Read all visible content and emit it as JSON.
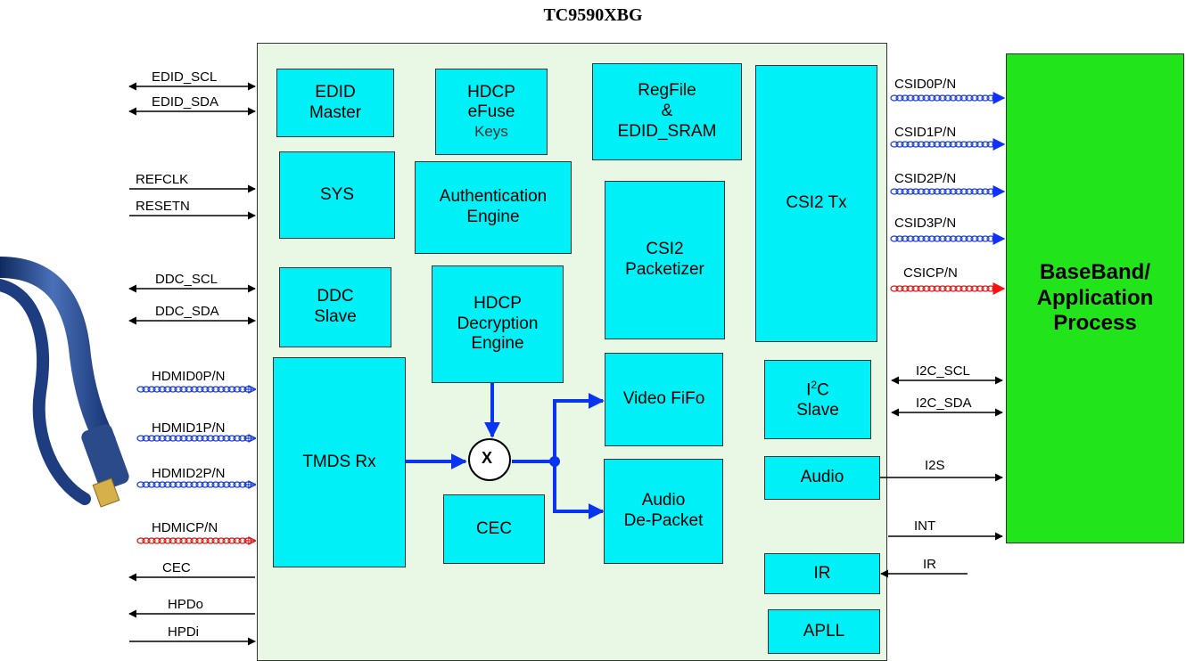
{
  "title": "TC9590XBG",
  "baseband": {
    "label": "BaseBand/\nApplication\nProcess"
  },
  "blocks": {
    "edid_master": "EDID\nMaster",
    "hdcp_efuse": "HDCP\neFuse",
    "hdcp_keys": "Keys",
    "regfile": "RegFile\n&\nEDID_SRAM",
    "csi2_tx": "CSI2 Tx",
    "sys": "SYS",
    "auth_engine": "Authentication\nEngine",
    "csi2_packetizer": "CSI2\nPacketizer",
    "ddc_slave": "DDC\nSlave",
    "hdcp_decryption": "HDCP\nDecryption\nEngine",
    "tmds_rx": "TMDS Rx",
    "video_fifo": "Video FiFo",
    "i2c_slave_i": "I",
    "i2c_slave_sup": "2",
    "i2c_slave_rest": "C\nSlave",
    "audio": "Audio",
    "audio_depacket": "Audio\nDe-Packet",
    "cec": "CEC",
    "ir": "IR",
    "apll": "APLL",
    "mixer": "X"
  },
  "left_signals": {
    "edid_scl": "EDID_SCL",
    "edid_sda": "EDID_SDA",
    "refclk": "REFCLK",
    "resetn": "RESETN",
    "ddc_scl": "DDC_SCL",
    "ddc_sda": "DDC_SDA",
    "hdmid0": "HDMID0P/N",
    "hdmid1": "HDMID1P/N",
    "hdmid2": "HDMID2P/N",
    "hdmicp": "HDMICP/N",
    "cec": "CEC",
    "hpdo": "HPDo",
    "hpdi": "HPDi"
  },
  "right_signals": {
    "csid0": "CSID0P/N",
    "csid1": "CSID1P/N",
    "csid2": "CSID2P/N",
    "csid3": "CSID3P/N",
    "csicp": "CSICP/N",
    "i2c_scl": "I2C_SCL",
    "i2c_sda": "I2C_SDA",
    "i2s": "I2S",
    "int": "INT",
    "ir": "IR"
  },
  "colors": {
    "chip_bg": "#e8f8e5",
    "block_fill": "#00f0f8",
    "baseband_fill": "#22e41a",
    "data_lane": "#1c3fd8",
    "clock_lane": "#e01a1a",
    "internal_bus": "#0a35f0",
    "cable": "#2a4a8a"
  }
}
